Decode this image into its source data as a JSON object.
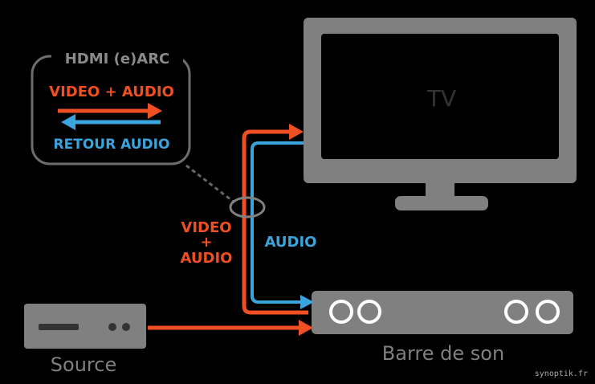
{
  "diagram": {
    "legend": {
      "title": "HDMI (e)ARC",
      "forward": "VIDEO + AUDIO",
      "return": "RETOUR AUDIO"
    },
    "tv_label": "TV",
    "source_label": "Source",
    "soundbar_label": "Barre de son",
    "cable_forward_label": [
      "VIDEO",
      "+",
      "AUDIO"
    ],
    "cable_return_label": "AUDIO",
    "credit": "synoptik.fr"
  },
  "colors": {
    "forward": "#f04e23",
    "return": "#3aa5dc",
    "device": "#808080",
    "device_dark": "#333333",
    "text_gray": "#8a8a8a",
    "background": "#000000"
  }
}
